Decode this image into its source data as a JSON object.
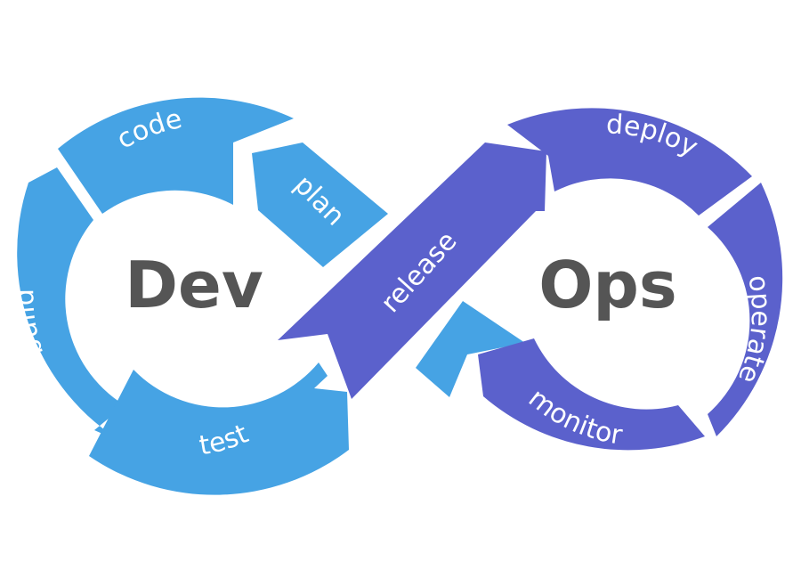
{
  "colors": {
    "dev": "#46a3e4",
    "ops": "#5b61cc",
    "center_text": "#555555",
    "label_text": "#ffffff",
    "background": "#ffffff"
  },
  "dev": {
    "title": "Dev",
    "stages": {
      "plan": "plan",
      "code": "code",
      "build": "build",
      "test": "test"
    }
  },
  "ops": {
    "title": "Ops",
    "stages": {
      "release": "release",
      "deploy": "deploy",
      "operate": "operate",
      "monitor": "monitor"
    }
  }
}
